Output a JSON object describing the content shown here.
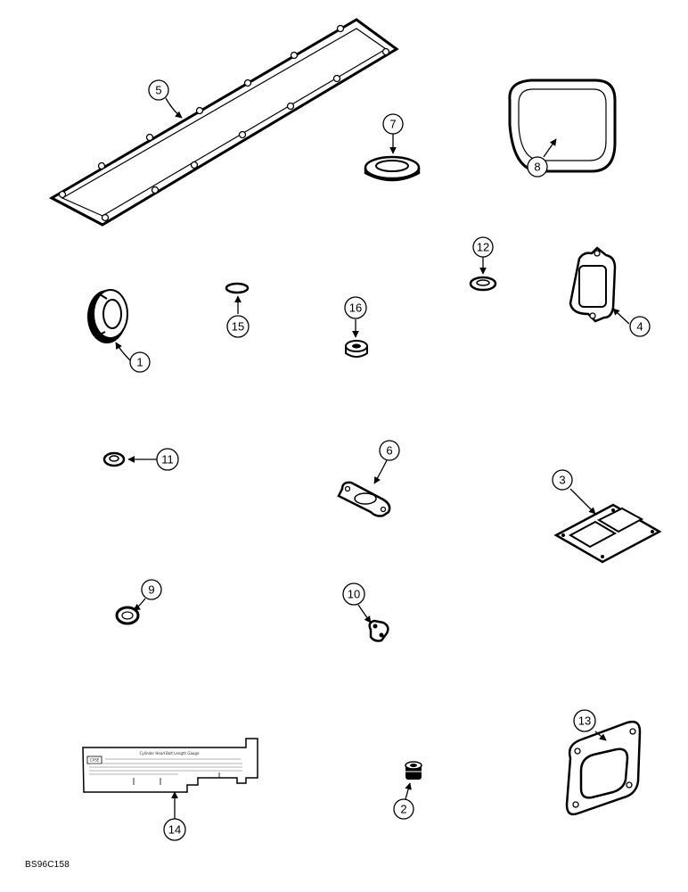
{
  "figure_id": "BS96C158",
  "callouts": [
    {
      "id": "1",
      "label": "1"
    },
    {
      "id": "2",
      "label": "2"
    },
    {
      "id": "3",
      "label": "3"
    },
    {
      "id": "4",
      "label": "4"
    },
    {
      "id": "5",
      "label": "5"
    },
    {
      "id": "6",
      "label": "6"
    },
    {
      "id": "7",
      "label": "7"
    },
    {
      "id": "8",
      "label": "8"
    },
    {
      "id": "9",
      "label": "9"
    },
    {
      "id": "10",
      "label": "10"
    },
    {
      "id": "11",
      "label": "11"
    },
    {
      "id": "12",
      "label": "12"
    },
    {
      "id": "13",
      "label": "13"
    },
    {
      "id": "14",
      "label": "14"
    },
    {
      "id": "15",
      "label": "15"
    },
    {
      "id": "16",
      "label": "16"
    }
  ],
  "gauge_card": {
    "logo": "CASE",
    "heading": "Cylinder Head Bolt Length Gauge"
  }
}
